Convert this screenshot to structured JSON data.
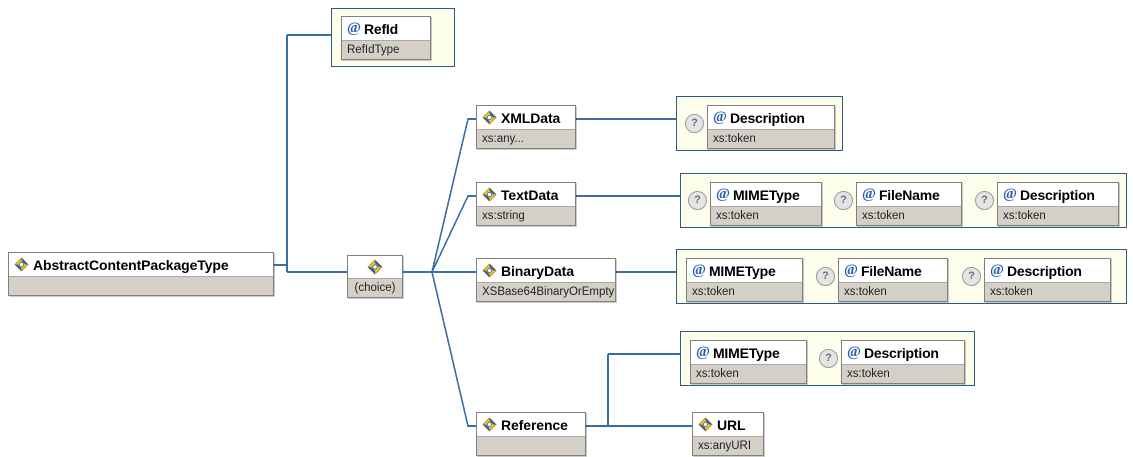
{
  "diagram": {
    "title": "AbstractContentPackageType schema diagram",
    "colors": {
      "wire": "#3a6ea5",
      "group_border": "#2c5b86",
      "group_fill": "#fdfdec",
      "box_border": "#808080",
      "type_row_fill": "#d4d0c8",
      "icon_blue": "#2a5db0",
      "icon_yellow": "#f5c41f"
    },
    "root": {
      "name": "AbstractContentPackageType",
      "type": "",
      "icon": "element-icon"
    },
    "choice": {
      "label": "(choice)",
      "icon": "choice-icon"
    },
    "attribute_icon": "at-sign-icon",
    "optional_marker": "?",
    "branches": [
      {
        "id": "refid-branch",
        "element": {
          "name": "RefId",
          "type": "RefIdType",
          "icon": "at-sign-icon",
          "kind": "attribute"
        },
        "attributes": []
      },
      {
        "id": "xmldata-branch",
        "element": {
          "name": "XMLData",
          "type": "xs:any...",
          "icon": "element-icon",
          "kind": "element"
        },
        "attributes": [
          {
            "name": "Description",
            "type": "xs:token",
            "optional": true
          }
        ]
      },
      {
        "id": "textdata-branch",
        "element": {
          "name": "TextData",
          "type": "xs:string",
          "icon": "element-icon",
          "kind": "element"
        },
        "attributes": [
          {
            "name": "MIMEType",
            "type": "xs:token",
            "optional": true
          },
          {
            "name": "FileName",
            "type": "xs:token",
            "optional": true
          },
          {
            "name": "Description",
            "type": "xs:token",
            "optional": true
          }
        ]
      },
      {
        "id": "binarydata-branch",
        "element": {
          "name": "BinaryData",
          "type": "XSBase64BinaryOrEmpty",
          "icon": "element-icon",
          "kind": "element"
        },
        "attributes": [
          {
            "name": "MIMEType",
            "type": "xs:token",
            "optional": false
          },
          {
            "name": "FileName",
            "type": "xs:token",
            "optional": true
          },
          {
            "name": "Description",
            "type": "xs:token",
            "optional": true
          }
        ]
      },
      {
        "id": "reference-branch",
        "element": {
          "name": "Reference",
          "type": "",
          "icon": "element-icon",
          "kind": "element"
        },
        "attributes": [
          {
            "name": "MIMEType",
            "type": "xs:token",
            "optional": false
          },
          {
            "name": "Description",
            "type": "xs:token",
            "optional": true
          }
        ],
        "child": {
          "name": "URL",
          "type": "xs:anyURI",
          "icon": "element-icon",
          "kind": "element"
        }
      }
    ]
  }
}
